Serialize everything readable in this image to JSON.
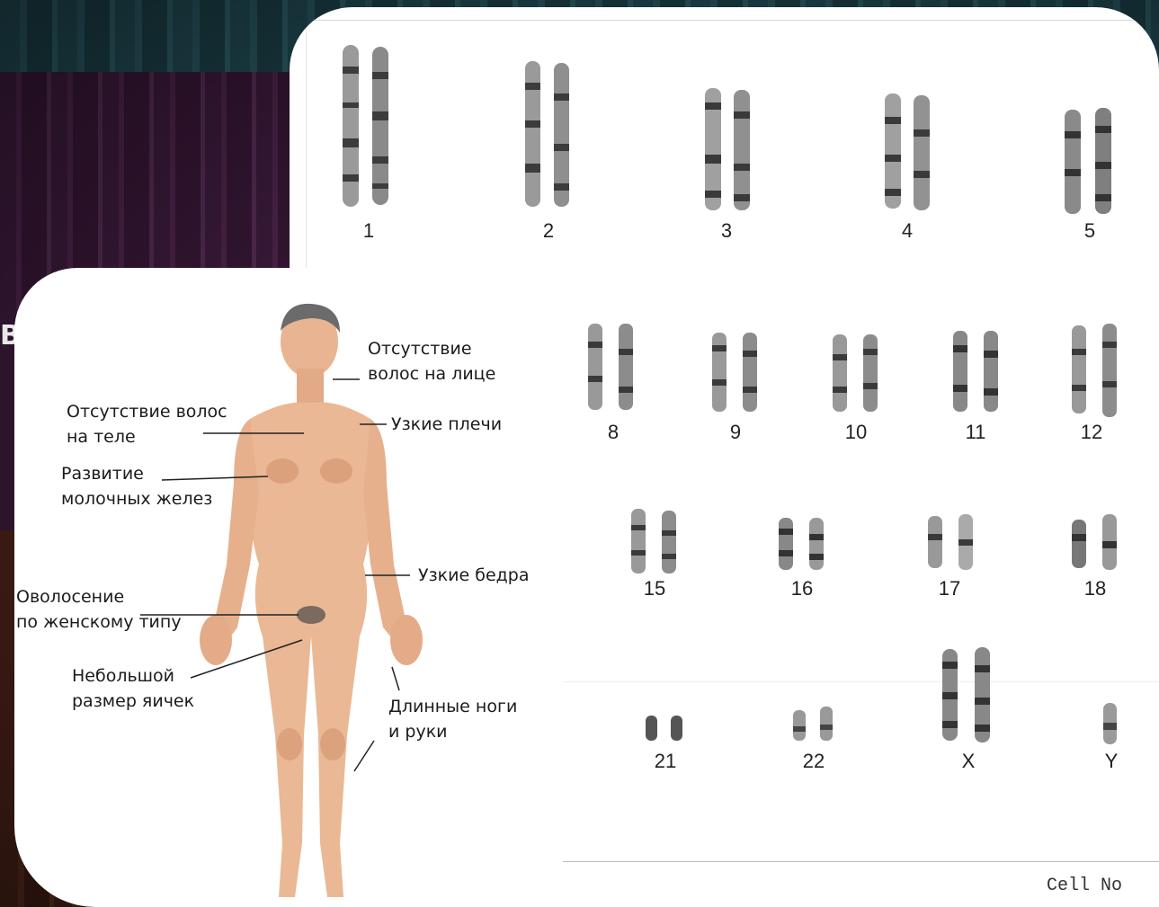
{
  "background": {
    "partial_letter": "В",
    "colors": {
      "top_band": "#1f4750",
      "mid_band": "#3a1a3a",
      "low_band": "#4a2218"
    }
  },
  "karyotype": {
    "rows": [
      [
        "1",
        "2",
        "3",
        "4",
        "5"
      ],
      [
        "8",
        "9",
        "10",
        "11",
        "12"
      ],
      [
        "15",
        "16",
        "17",
        "18"
      ],
      [
        "21",
        "22",
        "X",
        "Y"
      ]
    ],
    "footer_fragment": "Cell No"
  },
  "body_diagram": {
    "annotations": {
      "no_facial_hair": [
        "Отсутствие",
        "волос на лице"
      ],
      "no_body_hair": [
        "Отсутствие волос",
        "на теле"
      ],
      "narrow_shoulders": [
        "Узкие плечи"
      ],
      "breast_development": [
        "Развитие",
        "молочных желез"
      ],
      "narrow_hips": [
        "Узкие бедра"
      ],
      "female_pattern_hair": [
        "Оволосение",
        "по женскому типу"
      ],
      "small_testes": [
        "Небольшой",
        "размер яичек"
      ],
      "long_limbs": [
        "Длинные ноги",
        "и руки"
      ]
    }
  }
}
